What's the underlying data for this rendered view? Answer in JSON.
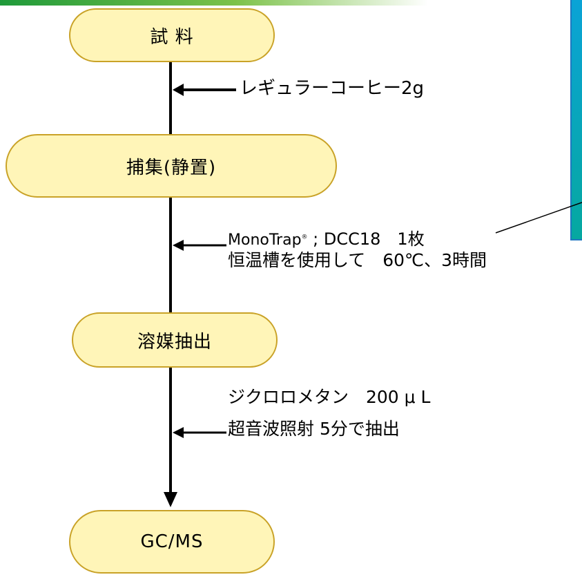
{
  "flowchart": {
    "nodes": {
      "sample": "試 料",
      "collection": "捕集(静置)",
      "extraction": "溶媒抽出",
      "analysis": "GC/MS"
    },
    "steps": {
      "sample_input": "レギュラーコーヒー2g",
      "collector_name": "MonoTrap",
      "collector_mark": "®",
      "collector_spec": " ; DCC18　1枚",
      "collection_condition": "恒温槽を使用して　60℃、3時間",
      "solvent": "ジクロロメタン　200 μ L",
      "extraction_condition": "超音波照射 5分で抽出"
    }
  },
  "colors": {
    "node_fill": "#fff5b8",
    "node_border": "#c9a227",
    "panel": "#0aa3d6",
    "bar": "#1f9a3a"
  }
}
